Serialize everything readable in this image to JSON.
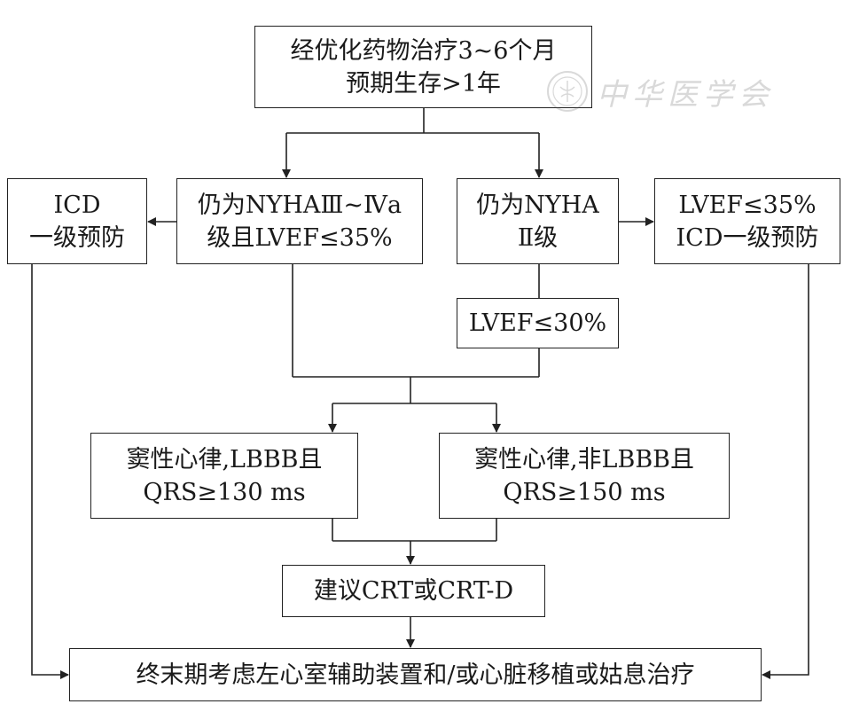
{
  "boxes": {
    "top": {
      "line1": "经优化药物治疗3~6个月",
      "line2": "预期生存>1年"
    },
    "icd_left": {
      "line1": "ICD",
      "line2": "一级预防"
    },
    "nyha34": {
      "line1": "仍为NYHAⅢ~Ⅳa",
      "line2": "级且LVEF≤35%"
    },
    "nyha2": {
      "line1": "仍为NYHA",
      "line2": "Ⅱ级"
    },
    "icd_right": {
      "line1": "LVEF≤35%",
      "line2": "ICD一级预防"
    },
    "lvef30": {
      "line1": "LVEF≤30%"
    },
    "lbbb": {
      "line1": "窦性心律,LBBB且",
      "line2": "QRS≥130 ms"
    },
    "nonlbbb": {
      "line1": "窦性心律,非LBBB且",
      "line2": "QRS≥150 ms"
    },
    "crt": {
      "line1": "建议CRT或CRT-D"
    },
    "final": {
      "line1": "终末期考虑左心室辅助装置和/或心脏移植或姑息治疗"
    }
  },
  "watermark": {
    "text": "中华医学会"
  },
  "colors": {
    "line": "#222222",
    "background": "#ffffff",
    "text": "#1a1a1a"
  }
}
